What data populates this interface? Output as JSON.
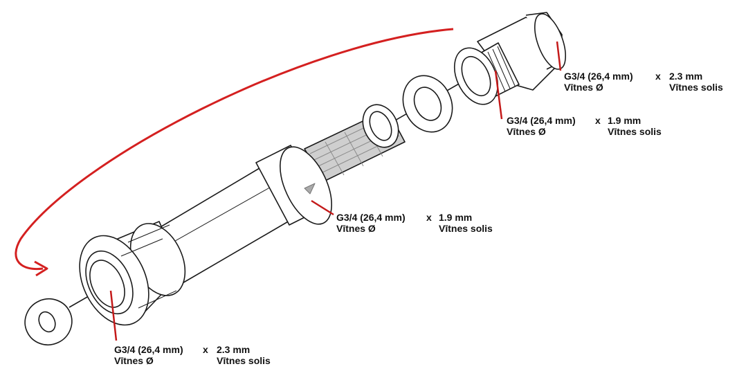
{
  "colors": {
    "arrow": "#d42020",
    "leader": "#c41a1a",
    "outline": "#1a1a1a",
    "mesh": "#9a9a9a",
    "fill": "#ffffff"
  },
  "callouts": [
    {
      "id": "nut-top",
      "thread": "G3/4 (26,4 mm)",
      "diam_label": "Vītnes Ø",
      "x_sign": "x",
      "pitch": "2.3 mm",
      "pitch_label": "Vītnes solis"
    },
    {
      "id": "nipple-top",
      "thread": "G3/4 (26,4 mm)",
      "diam_label": "Vītnes Ø",
      "x_sign": "x",
      "pitch": "1.9 mm",
      "pitch_label": "Vītnes solis"
    },
    {
      "id": "housing",
      "thread": "G3/4 (26,4 mm)",
      "diam_label": "Vītnes Ø",
      "x_sign": "x",
      "pitch": "1.9 mm",
      "pitch_label": "Vītnes solis"
    },
    {
      "id": "union-nut",
      "thread": "G3/4 (26,4 mm)",
      "diam_label": "Vītnes Ø",
      "x_sign": "x",
      "pitch": "2.3 mm",
      "pitch_label": "Vītnes solis"
    }
  ]
}
